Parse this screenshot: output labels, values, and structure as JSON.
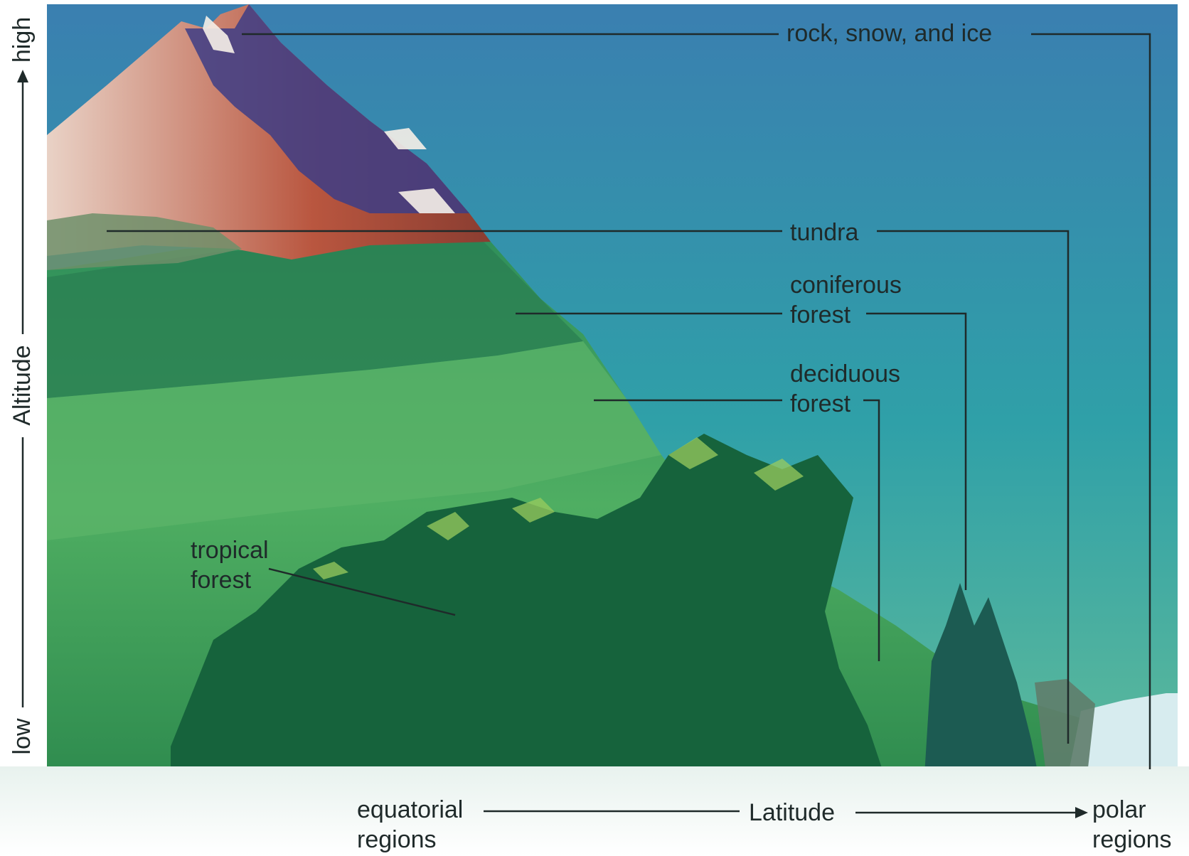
{
  "figure": {
    "palette": {
      "sky_top": "#3a7fb0",
      "sky_bottom": "#3aa9a2",
      "snow": "#f3ece6",
      "rock": "#b5553f",
      "shadow_rock": "#3d3d86",
      "conifer": "#1f7a55",
      "deciduous": "#47a85e",
      "tropical": "#136a3f",
      "ice": "#d7ecef",
      "line": "#1f2a2a"
    },
    "zones": {
      "rock": "rock, snow, and ice",
      "tundra": "tundra",
      "coniferous_1": "coniferous",
      "coniferous_2": "forest",
      "deciduous_1": "deciduous",
      "deciduous_2": "forest",
      "tropical_1": "tropical",
      "tropical_2": "forest"
    },
    "axes": {
      "vertical_title": "Altitude",
      "vertical_high": "high",
      "vertical_low": "low",
      "horizontal_title": "Latitude",
      "horizontal_left_1": "equatorial",
      "horizontal_left_2": "regions",
      "horizontal_right_1": "polar",
      "horizontal_right_2": "regions"
    }
  }
}
